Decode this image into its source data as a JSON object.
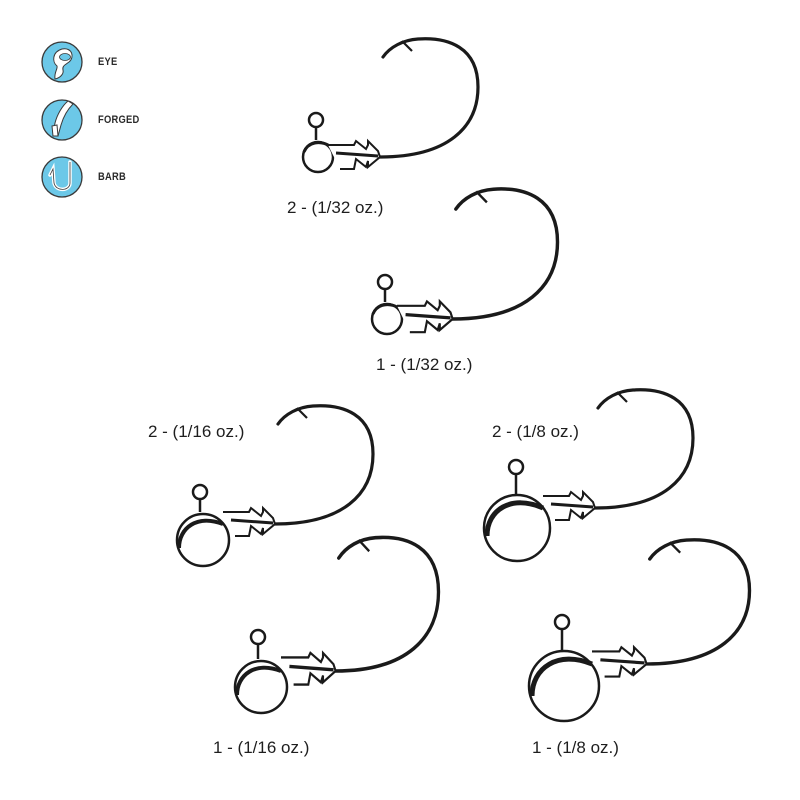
{
  "legend": {
    "items": [
      {
        "label": "EYE",
        "icon": "eye-icon"
      },
      {
        "label": "FORGED",
        "icon": "forged-icon"
      },
      {
        "label": "BARB",
        "icon": "barb-icon"
      }
    ],
    "icon_fill": "#6cc8e8",
    "icon_stroke": "#3a3a3a"
  },
  "hooks": [
    {
      "hook_size": "2",
      "weight": "1/32 oz.",
      "caption": "2 - (1/32 oz.)"
    },
    {
      "hook_size": "1",
      "weight": "1/32 oz.",
      "caption": "1 - (1/32 oz.)"
    },
    {
      "hook_size": "2",
      "weight": "1/16 oz.",
      "caption": "2 - (1/16 oz.)"
    },
    {
      "hook_size": "2",
      "weight": "1/8 oz.",
      "caption": "2 - (1/8 oz.)"
    },
    {
      "hook_size": "1",
      "weight": "1/16 oz.",
      "caption": "1 - (1/16 oz.)"
    },
    {
      "hook_size": "1",
      "weight": "1/8 oz.",
      "caption": "1 - (1/8 oz.)"
    }
  ]
}
